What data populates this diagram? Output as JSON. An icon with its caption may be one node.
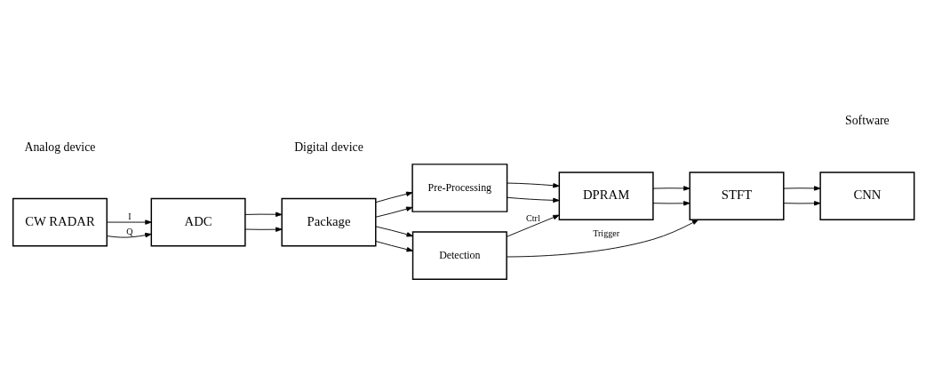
{
  "diagram": {
    "nodes": [
      {
        "text": [
          "CW RADAR"
        ]
      },
      {
        "text": [
          "ADC"
        ]
      },
      {
        "text": [
          "Package"
        ]
      },
      {
        "text": [
          "Pre-Processing"
        ]
      },
      {
        "text": [
          "Detection"
        ]
      },
      {
        "text": [
          "DPRAM"
        ]
      },
      {
        "text": [
          "STFT"
        ]
      },
      {
        "text": [
          "CNN"
        ]
      }
    ],
    "edges": [
      {
        "from": 0,
        "to": 1,
        "arrow": "to",
        "label": "I"
      },
      {
        "from": 0,
        "to": 1,
        "arrow": "to",
        "label": "Q"
      },
      {
        "from": 1,
        "to": 2,
        "arrow": "to"
      },
      {
        "from": 1,
        "to": 2,
        "arrow": "to"
      },
      {
        "from": 2,
        "to": 3,
        "arrow": "to"
      },
      {
        "from": 2,
        "to": 3,
        "arrow": "to"
      },
      {
        "from": 2,
        "to": 4,
        "arrow": "to"
      },
      {
        "from": 2,
        "to": 4,
        "arrow": "to"
      },
      {
        "from": 3,
        "to": 5,
        "arrow": "to"
      },
      {
        "from": 3,
        "to": 5,
        "arrow": "to"
      },
      {
        "from": 4,
        "to": 5,
        "arrow": "to",
        "label": "Ctrl"
      },
      {
        "from": 5,
        "to": 6,
        "arrow": "to"
      },
      {
        "from": 5,
        "to": 6,
        "arrow": "to"
      },
      {
        "from": 4,
        "to": 6,
        "arrow": "to",
        "label": "Trigger"
      },
      {
        "from": 6,
        "to": 7,
        "arrow": "to"
      },
      {
        "from": 6,
        "to": 7,
        "arrow": "to"
      }
    ],
    "labels": [
      "Analog device",
      "Digital device",
      "Software"
    ]
  }
}
